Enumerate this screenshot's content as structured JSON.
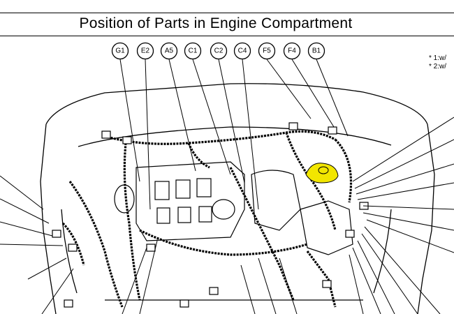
{
  "title": "Position of Parts in Engine Compartment",
  "callouts": [
    "G1",
    "E2",
    "A5",
    "C1",
    "C2",
    "C4",
    "F5",
    "F4",
    "B1"
  ],
  "notes": [
    "* 1:w/",
    "* 2:w/"
  ],
  "colors": {
    "highlight": "#f2e600",
    "line": "#000000"
  }
}
